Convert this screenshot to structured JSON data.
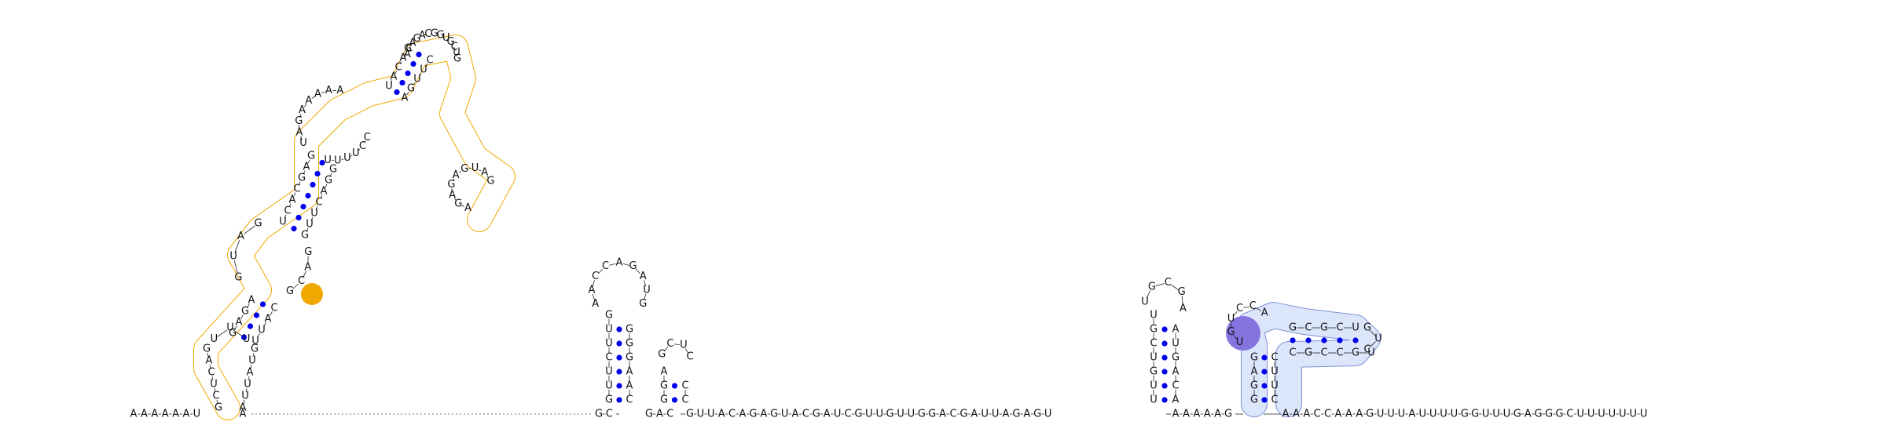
{
  "colors": {
    "background": "#ffffff",
    "nucleotide_text": "#111111",
    "base_pair_dot": "#0000ee",
    "highlight_orange_outline": "#f0a800",
    "highlight_orange_fill": "#f0a800",
    "highlight_blue_outline": "#7d8fd6",
    "highlight_blue_fill": "#dce6fb",
    "highlight_purple_fill": "#8474e0"
  },
  "diagram": {
    "backbone_left": "AAAAAAU",
    "backbone_mid": "GC",
    "backbone_mid2": "GAC",
    "backbone_right1": "GUUACAGAGUACGAUCGUUGUUGGACGAUUAGAGU",
    "backbone_right2": "AAAAAG",
    "backbone_right3": "AAACCAAAGUUUAUUUUGGUUUGAGGGCUUUUUUU",
    "closing_A": "A",
    "big_domain": {
      "stem1_left": "GCUCAG",
      "stem1_right": "AUUAUG",
      "loop1": "UUU",
      "stem2_left": "GAGA",
      "stem2_right": "UUAC",
      "loop2_left": "GUAG",
      "loop2_right": "GACG",
      "stem3_left": "UCACGAG",
      "stem3_right": "GUUCAGG",
      "loop3_left": "UAGAAAAA",
      "loop3_right": "CCUUUU",
      "stem4_left": "UACAG",
      "stem4_right": "AGUUC",
      "hairpin": "ACAGACGGUGCUG",
      "tail": "AGAGAGUAG"
    },
    "hairpin_a": {
      "stem_left": "GUUCUUG",
      "stem_right": "CAAGGG",
      "loop": "AACCAGAUG"
    },
    "hairpin_b": {
      "stem_left": "GGA",
      "stem_right": "CC",
      "loop": "GCUC"
    },
    "hairpin_c": {
      "stem_left": "UUGUCGU",
      "stem_right": "ACAGUA",
      "loop": "UGCGA"
    },
    "hairpin_d": {
      "stem_left": "GGAG",
      "stem_right": "CUUC",
      "arm_top": "GCGCU",
      "arm_bottom": "CGCCGU",
      "loop": "UGUCCA",
      "tip": "GUC"
    }
  }
}
